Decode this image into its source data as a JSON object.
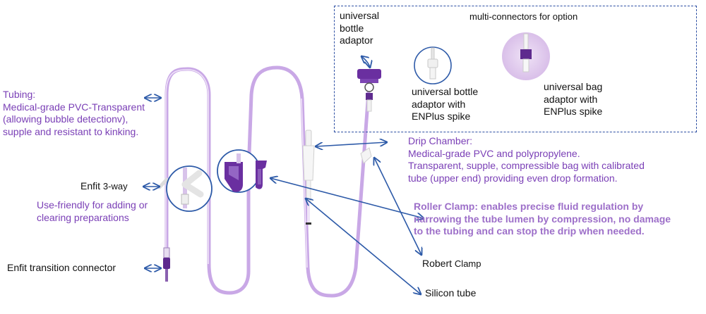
{
  "labels": {
    "tubing_title": "Tubing:",
    "tubing_line1": "Medical-grade PVC-Transparent",
    "tubing_line2": "(allowing bubble detectionv),",
    "tubing_line3": "supple and resistant to kinking.",
    "enfit_3way_main": "Enfit",
    "enfit_3way_sub": "3-way",
    "use_friendly_line1": "Use-friendly for adding or",
    "use_friendly_line2": "clearing preparations",
    "enfit_transition": "Enfit transition connector",
    "universal_bottle_line1": "universal",
    "universal_bottle_line2": "bottle",
    "universal_bottle_line3": "adaptor",
    "multi_connectors": "multi-connectors for option",
    "ub_enplus_line1": "universal bottle",
    "ub_enplus_line2": "adaptor with",
    "ub_enplus_line3": "ENPlus spike",
    "ubag_line1": "universal bag",
    "ubag_line2": "adaptor with",
    "ubag_line3": "ENPlus spike",
    "drip_title": "Drip Chamber:",
    "drip_line1": "Medical-grade PVC and polypropylene.",
    "drip_line2": "Transparent, supple, compressible bag with calibrated",
    "drip_line3": "tube (upper end) providing even drop formation.",
    "roller_line1": "Roller Clamp:  enables precise fluid regulation by",
    "roller_line2": "narrowing the tube lumen by compression, no damage",
    "roller_line3": "to the tubing and can stop the drip when needed.",
    "robert_main": "Robert",
    "robert_sub": "Clamp",
    "silicon_tube": "Silicon tube"
  },
  "colors": {
    "label_purple": "#7a3fb6",
    "arrow_blue": "#2d5aa8",
    "tube_lavender": "#c9a8e6",
    "connector_purple": "#6a2fa0"
  }
}
